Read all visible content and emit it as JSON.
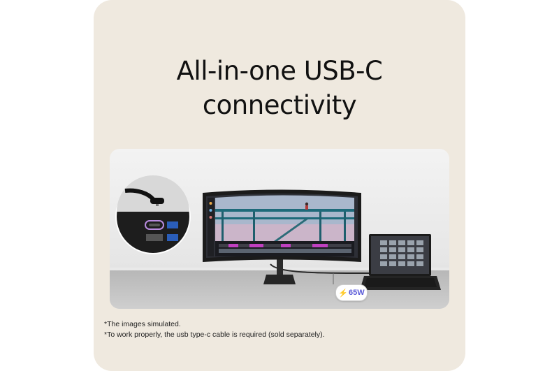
{
  "headline": {
    "line1": "All-in-one USB-C",
    "line2": "connectivity"
  },
  "power_badge": {
    "icon": "bolt-icon",
    "label": "65W"
  },
  "footnotes": [
    "*The images simulated.",
    "*To work properly, the usb type-c cable is required (sold separately)."
  ],
  "colors": {
    "card_background": "#efe9df",
    "badge_text": "#5a5ad8",
    "usb_c_port_highlight": "#b98be0"
  }
}
